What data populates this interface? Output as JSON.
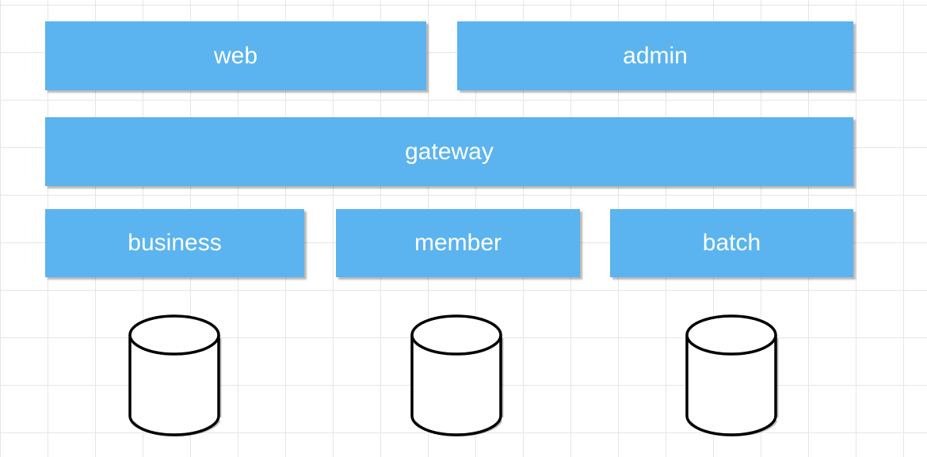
{
  "diagram": {
    "services": {
      "web": "web",
      "admin": "admin",
      "gateway": "gateway",
      "business": "business",
      "member": "member",
      "batch": "batch"
    },
    "databases": [
      {
        "icon": "database-cylinder-icon"
      },
      {
        "icon": "database-cylinder-icon"
      },
      {
        "icon": "database-cylinder-icon"
      }
    ]
  },
  "colors": {
    "box_fill": "#5bb4ef",
    "box_text": "#ffffff",
    "grid_line": "#e6e6e6",
    "cylinder_stroke": "#000000",
    "cylinder_fill": "#ffffff"
  }
}
